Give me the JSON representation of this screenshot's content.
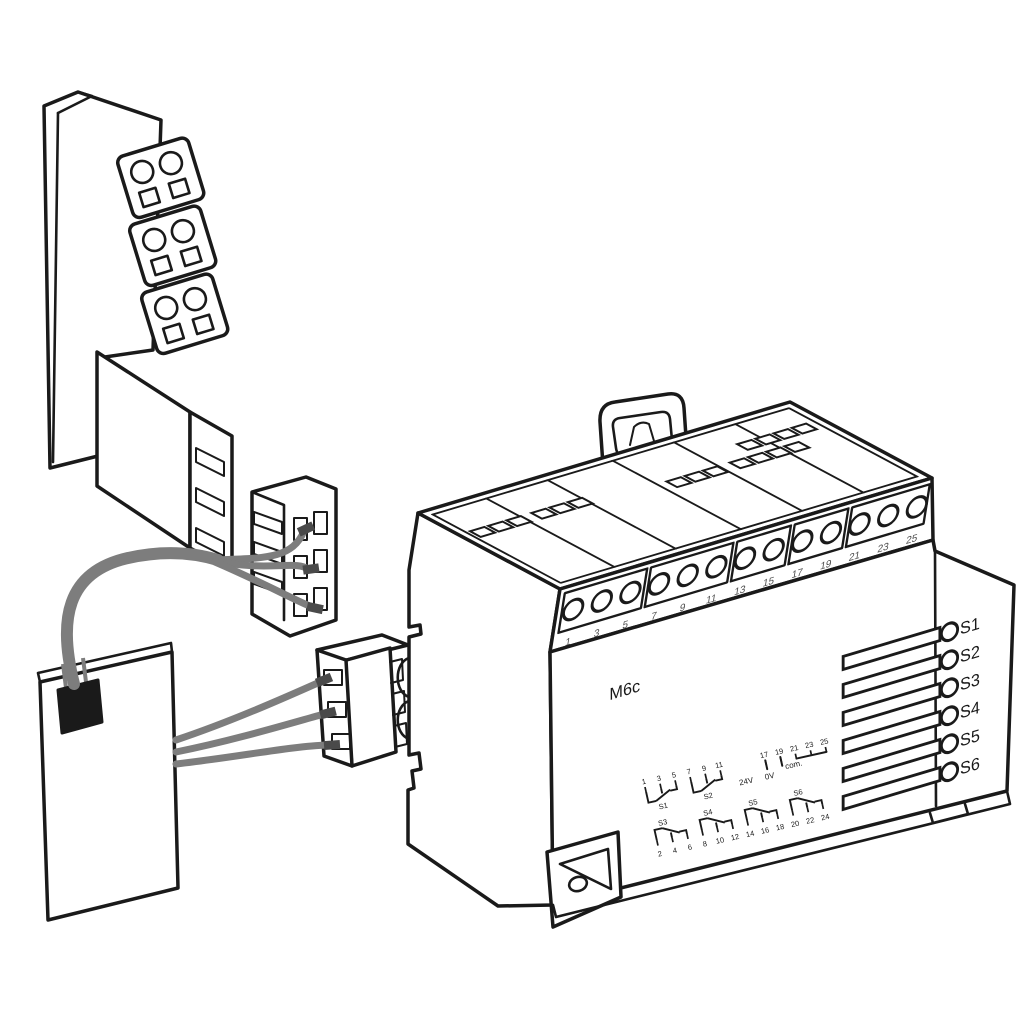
{
  "illustration": {
    "module": {
      "model_label": "M6c",
      "terminal_numbers": [
        "1",
        "3",
        "5",
        "7",
        "9",
        "11",
        "13",
        "15",
        "17",
        "19",
        "21",
        "23",
        "25"
      ],
      "channel_labels": [
        "S1",
        "S2",
        "S3",
        "S4",
        "S5",
        "S6"
      ]
    },
    "schematic": {
      "top_terminal_numbers": [
        "1",
        "3",
        "5",
        "7",
        "9",
        "11",
        "17",
        "19",
        "21",
        "23",
        "25"
      ],
      "bottom_terminal_numbers": [
        "2",
        "4",
        "6",
        "8",
        "10",
        "12",
        "14",
        "16",
        "18",
        "20",
        "22",
        "24"
      ],
      "top_switch_labels": [
        "S1",
        "S2"
      ],
      "bottom_switch_labels": [
        "S3",
        "S4",
        "S5",
        "S6"
      ],
      "supply_labels": [
        "24V",
        "0V",
        "com."
      ]
    },
    "colors": {
      "line": "#1a1a1a",
      "wire": "#7d7d7d",
      "wire_tip": "#4a4a4a",
      "connector_block": "#1a1a1a",
      "terminal_number_text": "#4d4d4d",
      "background": "#ffffff"
    }
  }
}
